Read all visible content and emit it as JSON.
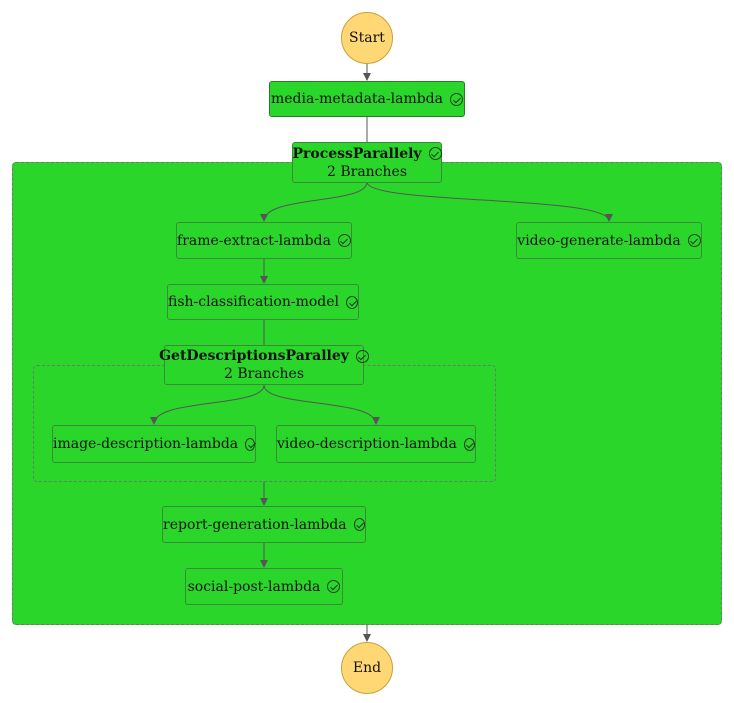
{
  "terminals": {
    "start": "Start",
    "end": "End"
  },
  "nodes": {
    "media_metadata": "media-metadata-lambda",
    "process_parallely": {
      "title": "ProcessParallely",
      "branches": "2 Branches"
    },
    "frame_extract": "frame-extract-lambda",
    "video_generate": "video-generate-lambda",
    "fish_classification": "fish-classification-model",
    "get_descriptions": {
      "title": "GetDescriptionsParalley",
      "branches": "2 Branches"
    },
    "image_description": "image-description-lambda",
    "video_description": "video-description-lambda",
    "report_generation": "report-generation-lambda",
    "social_post": "social-post-lambda"
  },
  "status_icon": "check-circle-icon",
  "colors": {
    "succeeded": "#2bd62b",
    "terminal": "#ffd774",
    "edge": "#555555"
  }
}
